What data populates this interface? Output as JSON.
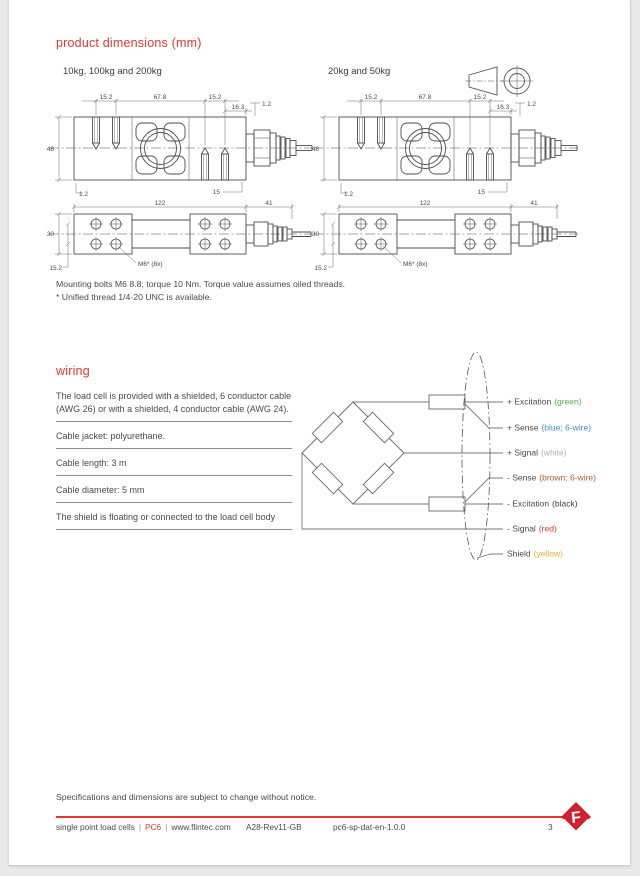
{
  "colors": {
    "accent": "#E3382E",
    "logo_red": "#D0202B"
  },
  "header": {
    "title": "product dimensions (mm)"
  },
  "drawings": {
    "variant_left": "10kg, 100kg and 200kg",
    "variant_right": "20kg and 50kg",
    "side": {
      "bolt_pitch": "15.2",
      "center_span": "67.8",
      "bolt_pitch2": "15.2",
      "cable_offset": "16.3",
      "step_top": "1.2",
      "height": "48",
      "step_bottom": "1.2",
      "edge_offset": "15"
    },
    "bottom": {
      "length": "122",
      "gland_length": "41",
      "width": "30",
      "hole_offset": "15.2",
      "thread_note": "M6* (8x)"
    },
    "notes": [
      "Mounting bolts M6 8.8; torque 10 Nm. Torque value assumes oiled threads.",
      "* Unified thread 1/4-20 UNC is available."
    ]
  },
  "wiring": {
    "heading": "wiring",
    "intro": "The load cell is provided with a shielded, 6 conductor cable (AWG 26) or with a shielded, 4 conductor cable (AWG 24).",
    "specs": [
      "Cable jacket: polyurethane.",
      "Cable length: 3 m",
      "Cable diameter: 5 mm",
      "The shield is floating or connected to the load cell body"
    ],
    "diagram_labels": [
      {
        "signal": "+ Excitation",
        "wire": "(green)",
        "color": "#55AE49"
      },
      {
        "signal": "+ Sense",
        "wire": "(blue; 6-wire)",
        "color": "#3E8FD8"
      },
      {
        "signal": "+ Signal",
        "wire": "(white)",
        "color": "#AFAFAF"
      },
      {
        "signal": "- Sense",
        "wire": "(brown; 6-wire)",
        "color": "#B15A33"
      },
      {
        "signal": "- Excitation",
        "wire": "(black)",
        "color": "#3F3F3F"
      },
      {
        "signal": "- Signal",
        "wire": "(red)",
        "color": "#E23B30"
      },
      {
        "signal": "Shield",
        "wire": "(yellow)",
        "color": "#F2AE2E"
      }
    ]
  },
  "footer": {
    "notice": "Specifications and dimensions are subject to change without notice.",
    "product_family": "single point load cells",
    "separator": "|",
    "product": "PC6",
    "website": "www.flintec.com",
    "doc_ref": "A28-Rev11-GB",
    "doc_code": "pc6-sp-dat-en-1.0.0",
    "page_number": "3",
    "logo_letter": "F"
  }
}
